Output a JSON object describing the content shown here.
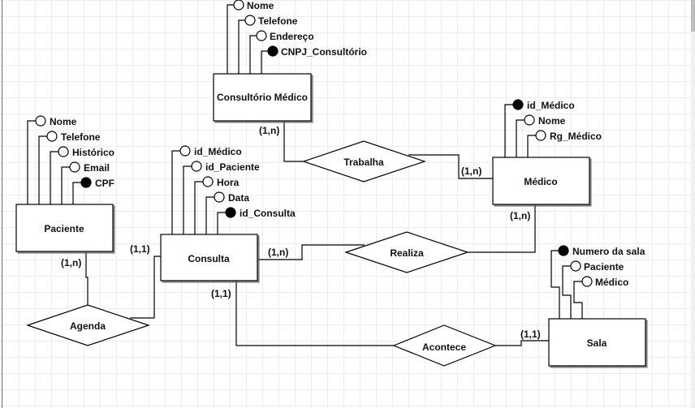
{
  "diagram": {
    "type": "entity-relationship",
    "entities": [
      {
        "id": "consultorio",
        "name": "Consultório Médico",
        "attributes": [
          {
            "name": "Nome",
            "key": false
          },
          {
            "name": "Telefone",
            "key": false
          },
          {
            "name": "Endereço",
            "key": false
          },
          {
            "name": "CNPJ_Consultório",
            "key": true
          }
        ]
      },
      {
        "id": "paciente",
        "name": "Paciente",
        "attributes": [
          {
            "name": "Nome",
            "key": false
          },
          {
            "name": "Telefone",
            "key": false
          },
          {
            "name": "Histórico",
            "key": false
          },
          {
            "name": "Email",
            "key": false
          },
          {
            "name": "CPF",
            "key": true
          }
        ]
      },
      {
        "id": "consulta",
        "name": "Consulta",
        "attributes": [
          {
            "name": "id_Médico",
            "key": false
          },
          {
            "name": "id_Paciente",
            "key": false
          },
          {
            "name": "Hora",
            "key": false
          },
          {
            "name": "Data",
            "key": false
          },
          {
            "name": "id_Consulta",
            "key": true
          }
        ]
      },
      {
        "id": "medico",
        "name": "Médico",
        "attributes": [
          {
            "name": "id_Médico",
            "key": true
          },
          {
            "name": "Nome",
            "key": false
          },
          {
            "name": "Rg_Médico",
            "key": false
          }
        ]
      },
      {
        "id": "sala",
        "name": "Sala",
        "attributes": [
          {
            "name": "Numero da sala",
            "key": true
          },
          {
            "name": "Paciente",
            "key": false
          },
          {
            "name": "Médico",
            "key": false
          }
        ]
      }
    ],
    "relationships": [
      {
        "id": "trabalha",
        "name": "Trabalha",
        "ends": [
          {
            "entity": "consultorio",
            "cardinality": "(1,n)"
          },
          {
            "entity": "medico",
            "cardinality": "(1,n)"
          }
        ]
      },
      {
        "id": "realiza",
        "name": "Realiza",
        "ends": [
          {
            "entity": "consulta",
            "cardinality": "(1,n)"
          },
          {
            "entity": "medico",
            "cardinality": "(1,n)"
          }
        ]
      },
      {
        "id": "agenda",
        "name": "Agenda",
        "ends": [
          {
            "entity": "paciente",
            "cardinality": "(1,n)"
          },
          {
            "entity": "consulta",
            "cardinality": "(1,1)"
          }
        ]
      },
      {
        "id": "acontece",
        "name": "Acontece",
        "ends": [
          {
            "entity": "consulta",
            "cardinality": "(1,1)"
          },
          {
            "entity": "sala",
            "cardinality": "(1,1)"
          }
        ]
      }
    ]
  },
  "colors": {
    "line": "#000000",
    "key_attribute_fill": "#000000",
    "attribute_fill": "#ffffff",
    "grid": "#e8eef4"
  }
}
